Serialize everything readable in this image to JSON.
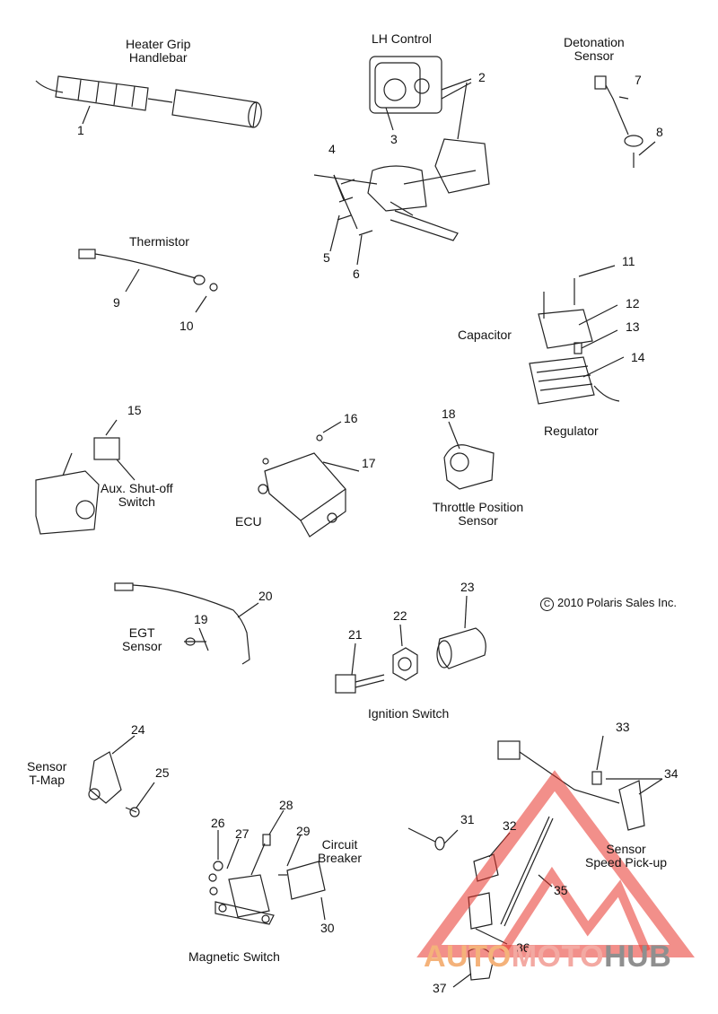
{
  "labels": {
    "heater_grip": [
      "Heater Grip",
      "Handlebar"
    ],
    "lh_control": "LH Control",
    "detonation_sensor": [
      "Detonation",
      "Sensor"
    ],
    "thermistor": "Thermistor",
    "capacitor": "Capacitor",
    "regulator": "Regulator",
    "aux_shutoff": [
      "Aux. Shut-off",
      "Switch"
    ],
    "ecu": "ECU",
    "tps": [
      "Throttle Position",
      "Sensor"
    ],
    "egt_sensor": [
      "EGT",
      "Sensor"
    ],
    "ignition_switch": "Ignition Switch",
    "sensor_tmap": [
      "Sensor",
      "T-Map"
    ],
    "circuit_breaker": [
      "Circuit",
      "Breaker"
    ],
    "sensor_speed": [
      "Sensor",
      "Speed Pick-up"
    ],
    "magnetic_switch": "Magnetic Switch"
  },
  "copyright": "2010 Polaris Sales Inc.",
  "copyright_symbol": "C",
  "callouts": [
    "1",
    "2",
    "3",
    "4",
    "5",
    "6",
    "7",
    "8",
    "9",
    "10",
    "11",
    "12",
    "13",
    "14",
    "15",
    "16",
    "17",
    "18",
    "19",
    "20",
    "21",
    "22",
    "23",
    "24",
    "25",
    "26",
    "27",
    "28",
    "29",
    "30",
    "31",
    "32",
    "33",
    "34",
    "35",
    "36",
    "37"
  ],
  "watermark": {
    "part1": "AUTO",
    "part2": "MOTO",
    "part3": "HUB"
  },
  "colors": {
    "line": "#222222",
    "watermark_red": "#e8332a"
  }
}
